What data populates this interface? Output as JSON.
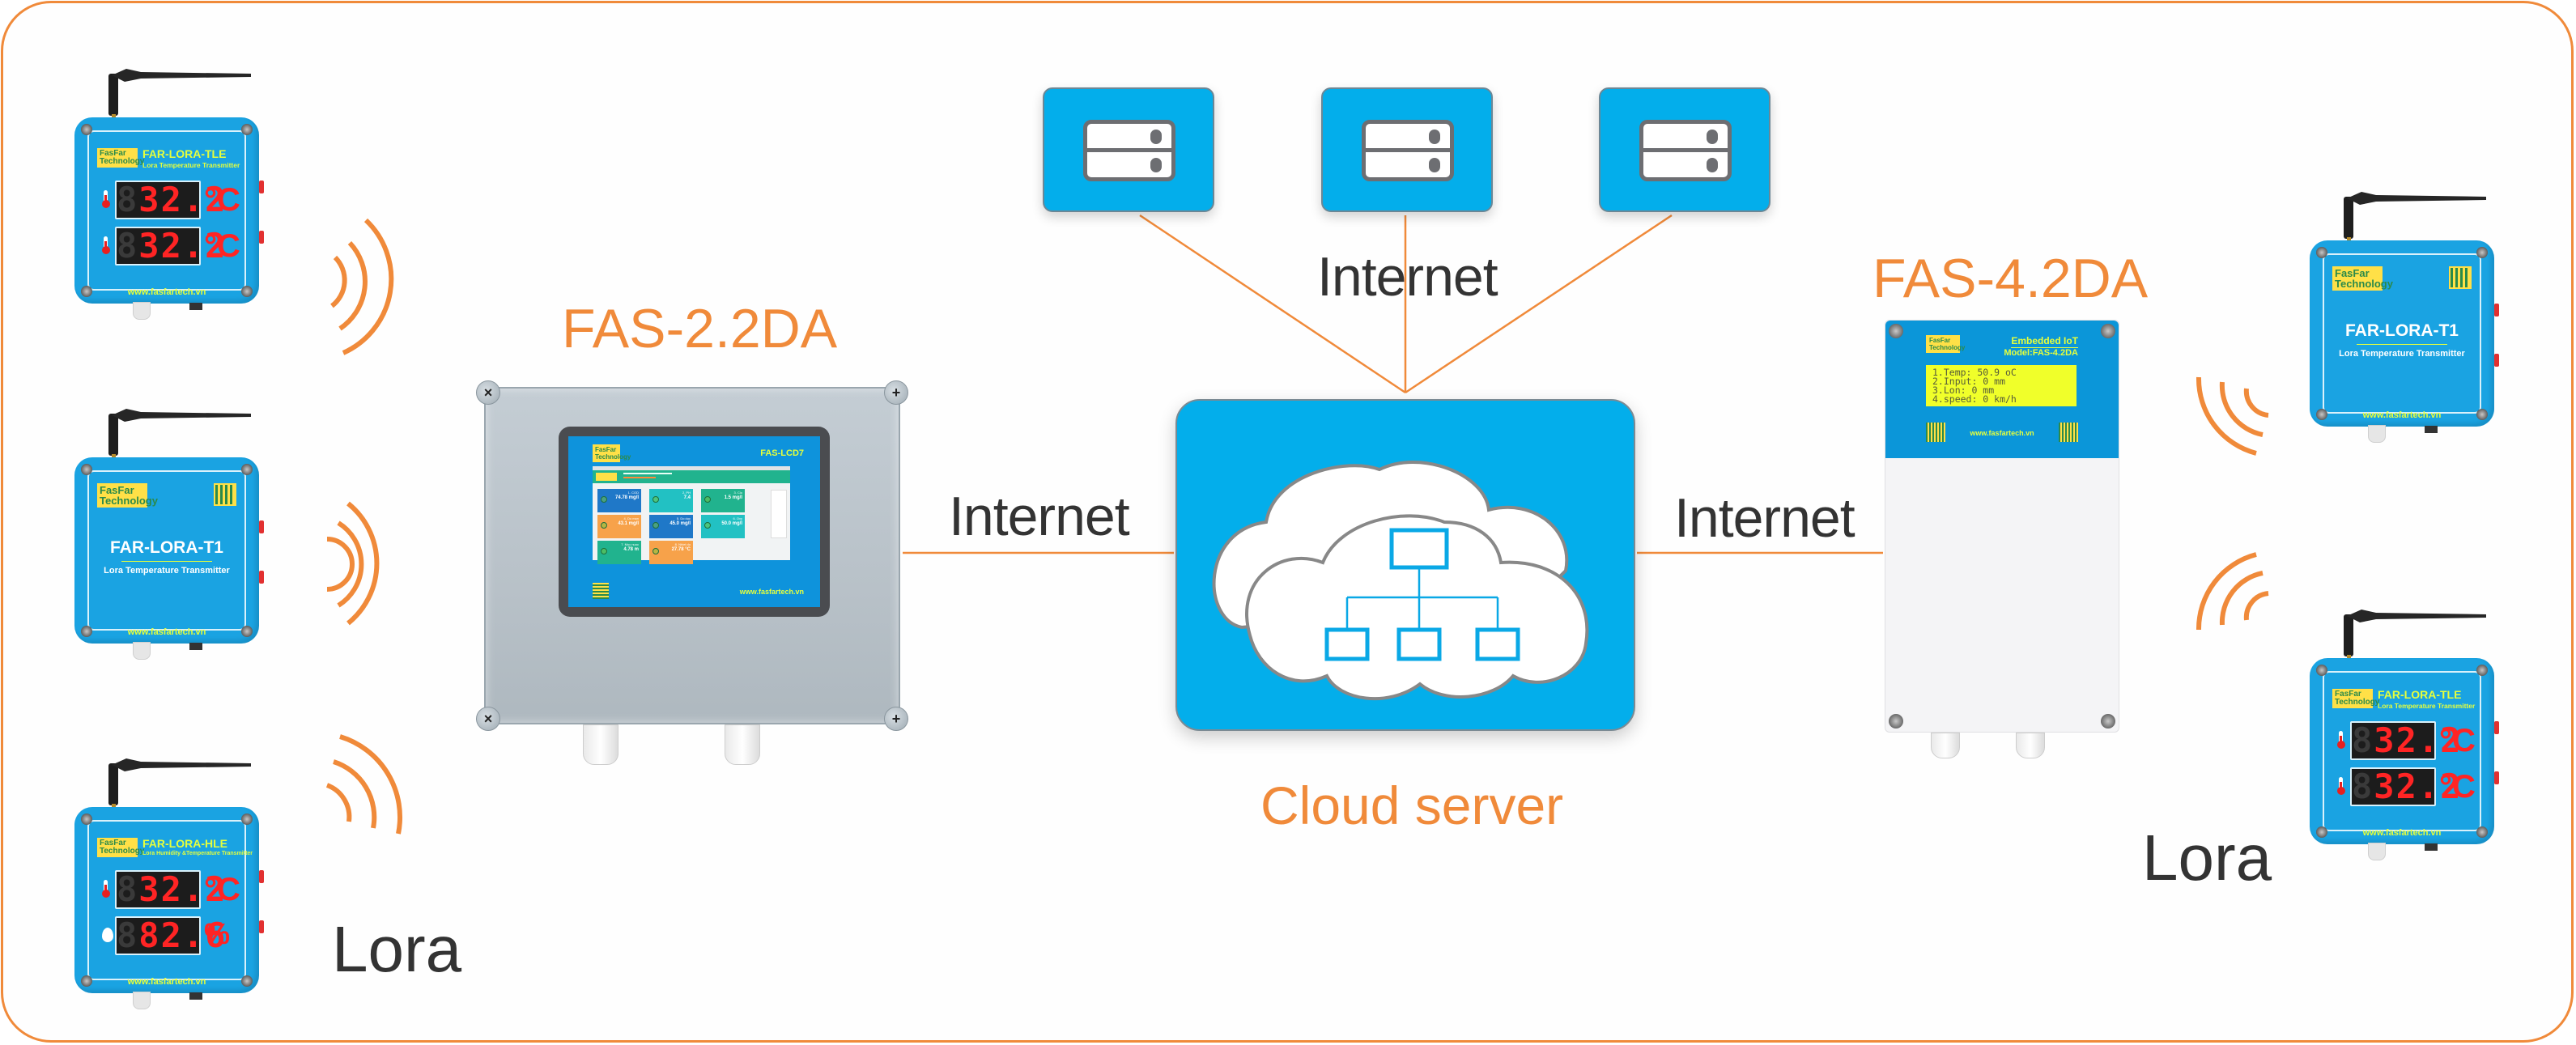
{
  "diagram": {
    "title_implied": "LoRa IoT monitoring system topology",
    "colors": {
      "accent_orange": "#f08a3a",
      "tile_blue": "#03aeeb",
      "device_blue": "#1aa3e2",
      "label_dark": "#333333",
      "display_red": "#ff2424",
      "lcd_yellow": "#f0ff2a",
      "brand_yellow": "#ffe047"
    },
    "labels": {
      "internet_top": "Internet",
      "internet_left": "Internet",
      "internet_right": "Internet",
      "cloud_server": "Cloud server",
      "lora_left": "Lora",
      "lora_right": "Lora",
      "gateway_left": "FAS-2.2DA",
      "gateway_right": "FAS-4.2DA"
    },
    "servers": [
      {
        "icon": "server-icon"
      },
      {
        "icon": "server-icon"
      },
      {
        "icon": "server-icon"
      }
    ],
    "cloud": {
      "icon": "cloud-network-icon"
    },
    "left_transmitters": [
      {
        "brand": "FasFar Technology",
        "model": "FAR-LORA-TLE",
        "subtitle": "Lora Temperature Transmitter",
        "url": "www.fasfartech.vn",
        "readings": [
          {
            "icon": "thermometer-icon",
            "value": "32.2",
            "unit": "°C"
          },
          {
            "icon": "thermometer-icon",
            "value": "32.2",
            "unit": "°C"
          }
        ]
      },
      {
        "brand": "FasFar Technology",
        "model": "FAR-LORA-T1",
        "subtitle": "Lora Temperature Transmitter",
        "url": "www.fasfartech.vn",
        "readings": []
      },
      {
        "brand": "FasFar Technology",
        "model": "FAR-LORA-HLE",
        "subtitle": "Lora Humidity &Temperature Transmitter",
        "url": "www.fasfartech.vn",
        "readings": [
          {
            "icon": "thermometer-icon",
            "value": "32.2",
            "unit": "°C"
          },
          {
            "icon": "water-drop-icon",
            "value": "82.6",
            "unit": "%"
          }
        ]
      }
    ],
    "right_transmitters": [
      {
        "brand": "FasFar Technology",
        "model": "FAR-LORA-T1",
        "subtitle": "Lora Temperature Transmitter",
        "url": "www.fasfartech.vn",
        "readings": []
      },
      {
        "brand": "FasFar Technology",
        "model": "FAR-LORA-TLE",
        "subtitle": "Lora Temperature Transmitter",
        "url": "www.fasfartech.vn",
        "readings": [
          {
            "icon": "thermometer-icon",
            "value": "32.2",
            "unit": "°C"
          },
          {
            "icon": "thermometer-icon",
            "value": "32.2",
            "unit": "°C"
          }
        ]
      }
    ],
    "fas22": {
      "screen_brand": "FasFar Technology",
      "screen_model": "FAS-LCD7",
      "screen_url": "www.fasfartech.vn",
      "tiles": [
        {
          "name": "1. COD",
          "value": "74.78 mg/l",
          "color": "#1f78c8"
        },
        {
          "name": "2. PH",
          "value": "7.4",
          "color": "#22c1c3"
        },
        {
          "name": "3. Clo",
          "value": "1.5 mg/l",
          "color": "#21b38e"
        },
        {
          "name": "4. Do man",
          "value": "43.1 mg/l",
          "color": "#f7a24a"
        },
        {
          "name": "5. Do duc",
          "value": "45.0 mg/l",
          "color": "#1f78c8"
        },
        {
          "name": "6. Oxy",
          "value": "50.0 mg/l",
          "color": "#22c1c3"
        },
        {
          "name": "7. Muc nuoc",
          "value": "4.78 m",
          "color": "#21b38e"
        },
        {
          "name": "8. Nhiet do",
          "value": "27.78 °C",
          "color": "#f7a24a"
        }
      ]
    },
    "fas42": {
      "brand": "FasFar Technology",
      "heading": "Embedded IoT",
      "model": "Model:FAS-4.2DA",
      "lcd_lines": [
        "1.Temp: 50.9 oC",
        "2.Input: 0 mm",
        "3.Lon: 0 mm",
        "4.speed: 0 km/h"
      ],
      "url": "www.fasfartech.vn"
    }
  }
}
